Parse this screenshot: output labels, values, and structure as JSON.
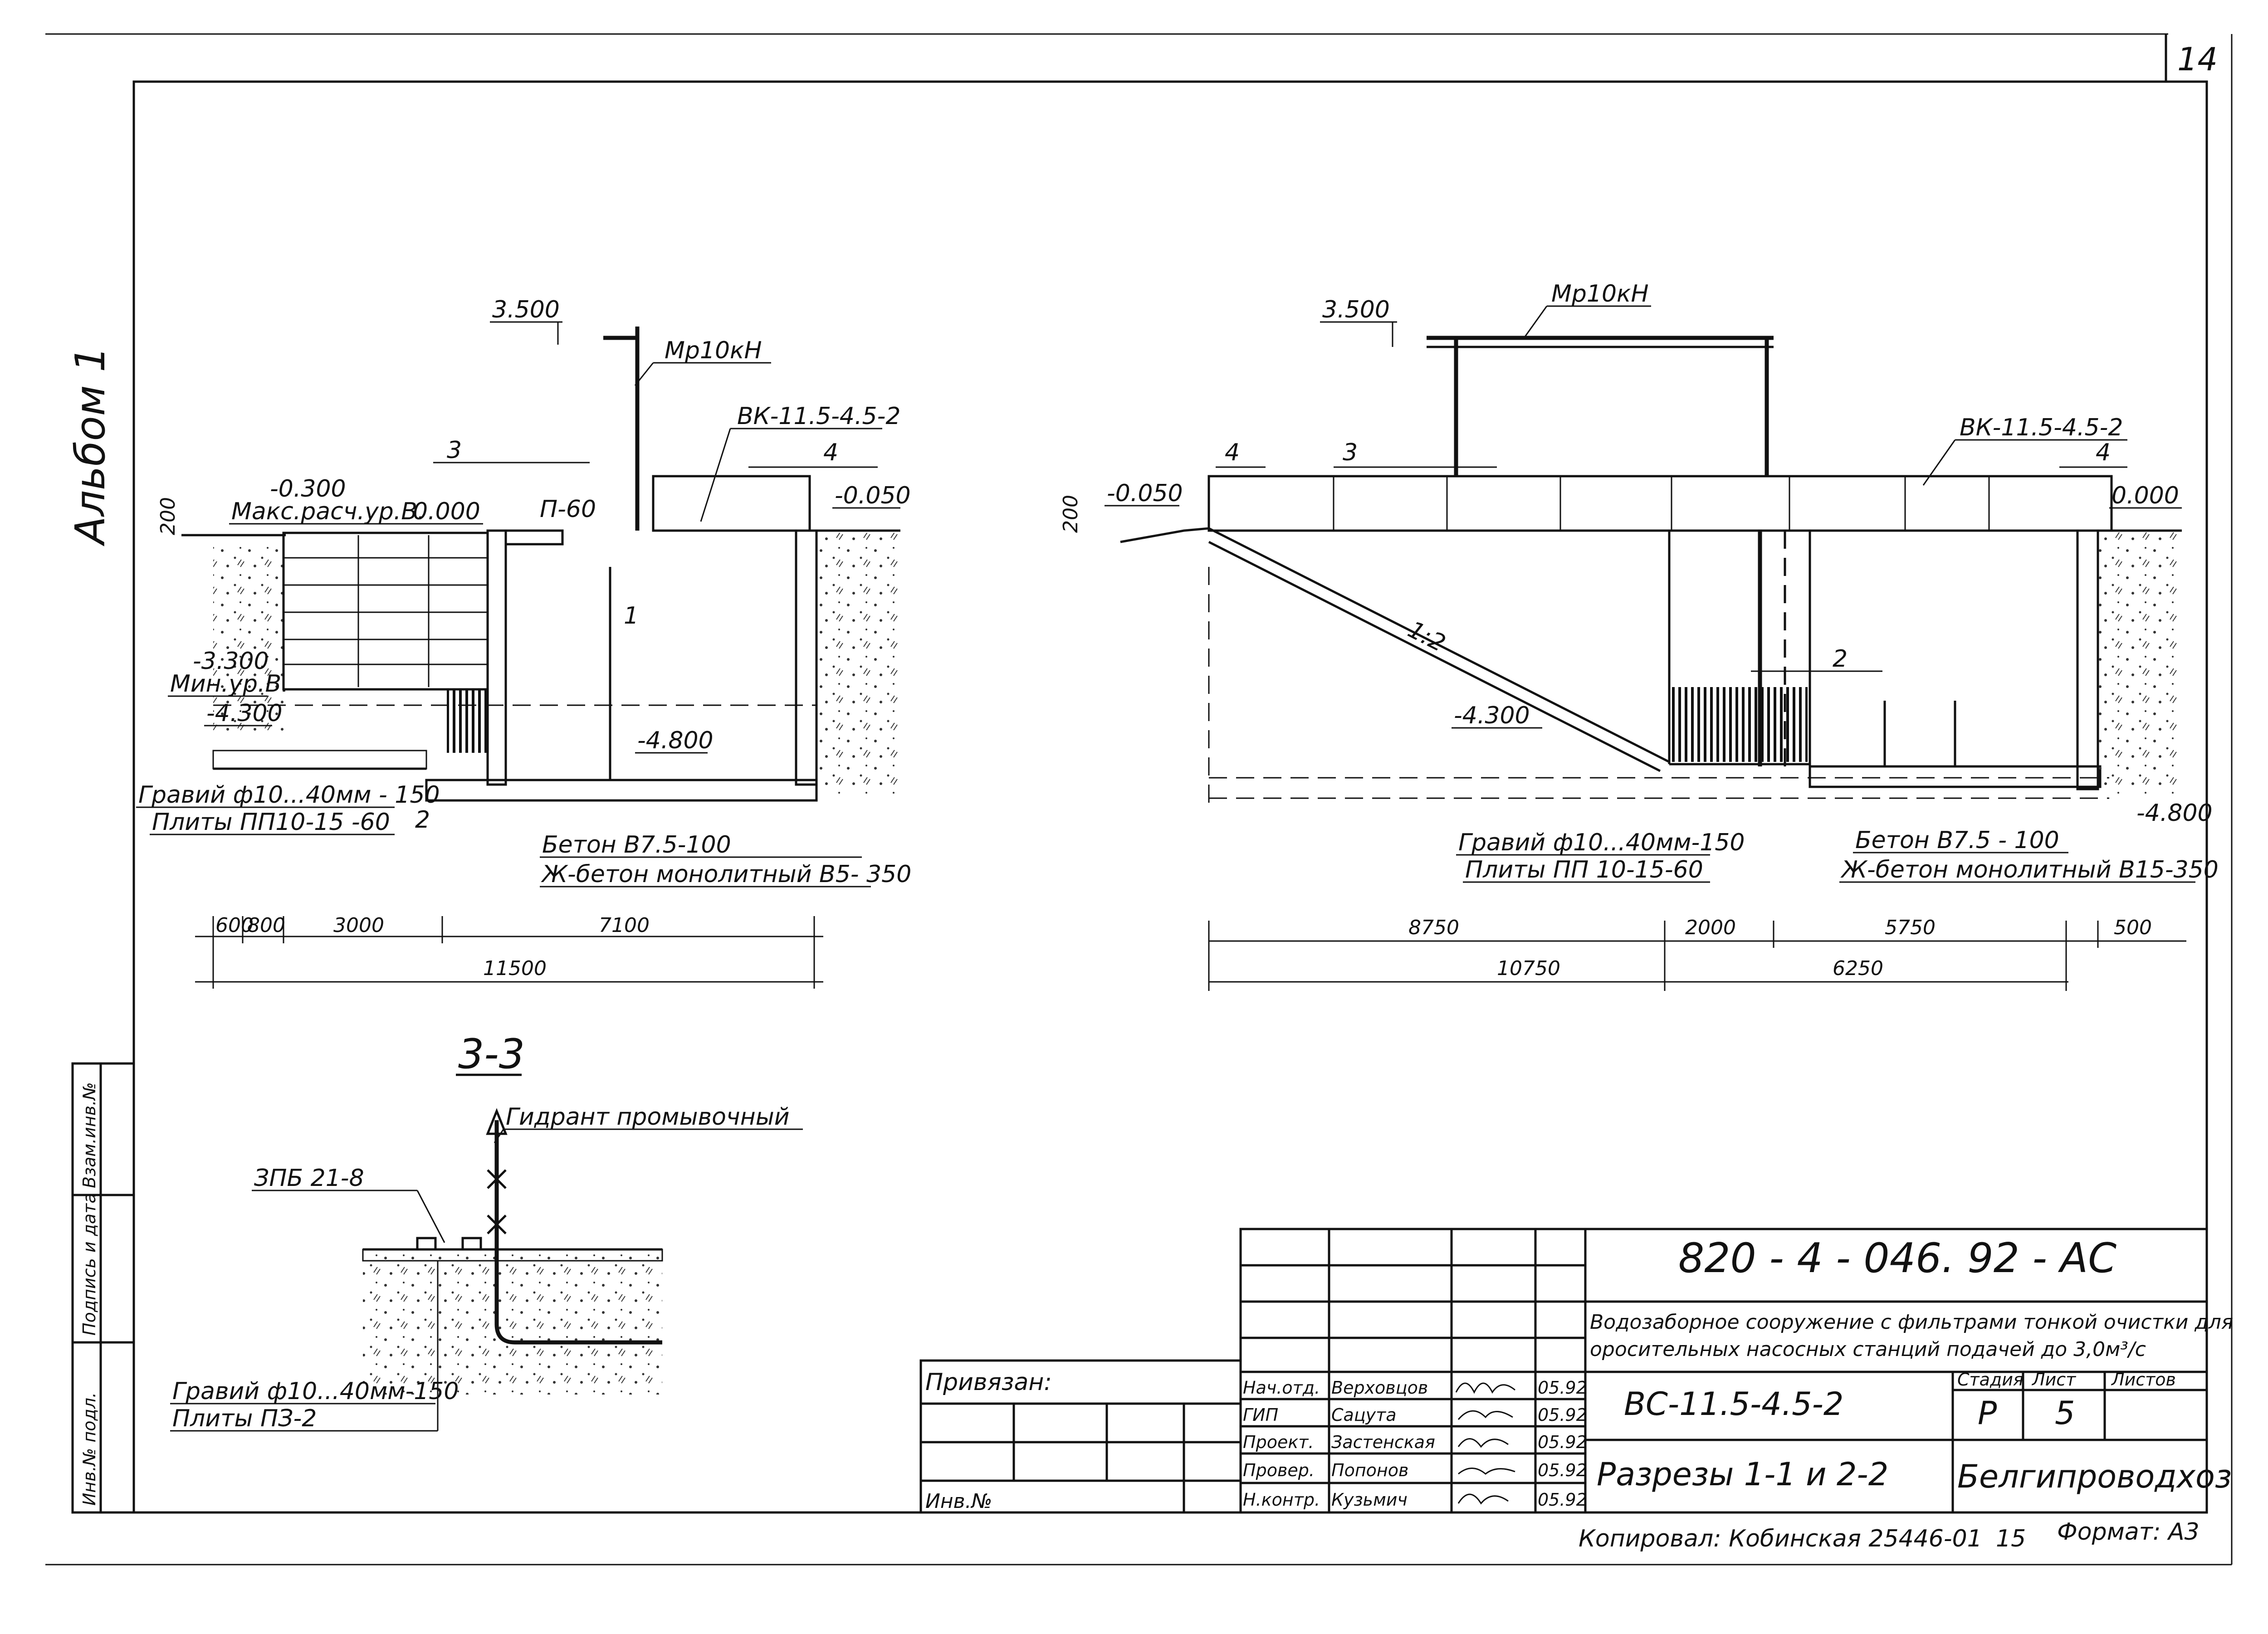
{
  "sheet": {
    "sheet_number": "14",
    "album": "Альбом 1"
  },
  "section_left": {
    "elev_top": "3.500",
    "load": "Мр10кН",
    "callout_3": "3",
    "callout_4": "4",
    "callout_1": "1",
    "callout_2": "2",
    "mark_vk": "ВК-11.5-4.5-2",
    "elev_max": "-0.300",
    "max_level": "Макс.расч.ур.В.",
    "elev_000": "0.000",
    "elev_0050": "-0.050",
    "p60": "П-60",
    "dim_200": "200",
    "elev_3300": "-3.300",
    "min_level": "Мин.ур.В.",
    "elev_4300": "-4.300",
    "elev_4800": "-4.800",
    "gravel": "Гравий ф10...40мм - 150",
    "slabs": "Плиты ПП10-15 -60",
    "concrete": "Бетон В7.5-100",
    "rc": "Ж-бетон монолитный В5- 350",
    "dims": [
      "600",
      "800",
      "3000",
      "7100"
    ],
    "dim_total": "11500"
  },
  "section_right": {
    "elev_top": "3.500",
    "load": "Мр10кН",
    "callout_4a": "4",
    "callout_3": "3",
    "callout_4b": "4",
    "callout_2": "2",
    "mark_vk": "ВК-11.5-4.5-2",
    "elev_0050": "-0.050",
    "elev_000": "0.000",
    "dim_200": "200",
    "slope": "1:2",
    "elev_4300": "-4.300",
    "elev_4800": "-4.800",
    "gravel": "Гравий ф10...40мм-150",
    "slabs": "Плиты ПП 10-15-60",
    "concrete": "Бетон В7.5 - 100",
    "rc": "Ж-бетон монолитный В15-350",
    "dims": [
      "8750",
      "2000",
      "5750",
      "500"
    ],
    "dim_total_a": "10750",
    "dim_total_b": "6250"
  },
  "section_33": {
    "title": "3-3",
    "hydrant": "Гидрант промывочный",
    "zpb": "ЗПБ 21-8",
    "gravel": "Гравий ф10...40мм-150",
    "slabs": "Плиты ПЗ-2"
  },
  "stamp_side": [
    "Инв.№ подл.",
    "Подпись и дата",
    "Взам.инв.№"
  ],
  "title_block": {
    "code": "820 - 4 - 046. 92 - АС",
    "description_1": "Водозаборное сооружение с фильтрами тонкой очистки для",
    "description_2": "оросительных насосных станций подачей до 3,0м³/с",
    "object_code": "ВС-11.5-4.5-2",
    "stage_label": "Стадия",
    "sheet_label": "Лист",
    "sheets_label": "Листов",
    "stage": "Р",
    "sheet": "5",
    "sheets": "",
    "drawing_title": "Разрезы 1-1 и 2-2",
    "organization": "Белгипроводхоз",
    "bound_label": "Привязан:",
    "inv_label": "Инв.№",
    "roles": [
      {
        "role": "Нач.отд.",
        "name": "Верховцов",
        "date": "05.92"
      },
      {
        "role": "ГИП",
        "name": "Сацута",
        "date": "05.92"
      },
      {
        "role": "Проект.",
        "name": "Застенская",
        "date": "05.92"
      },
      {
        "role": "Провер.",
        "name": "Попонов",
        "date": "05.92"
      },
      {
        "role": "Н.контр.",
        "name": "Кузьмич",
        "date": "05.92"
      }
    ],
    "copied": "Копировал: Кобинская 25446-01",
    "copy_num": "15",
    "format": "Формат: А3"
  }
}
